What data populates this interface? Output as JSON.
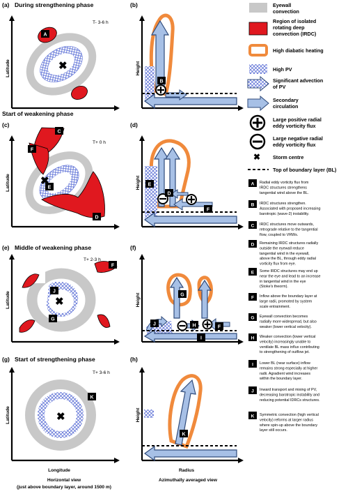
{
  "panels": {
    "a": {
      "label": "(a)",
      "title": "During strengthening phase",
      "time": "T- 3-6 h",
      "ylabel": "Latitude"
    },
    "b": {
      "label": "(b)",
      "ylabel": "Height"
    },
    "c": {
      "label": "(c)",
      "title": "Start of weakening phase",
      "time": "T+ 0 h",
      "ylabel": "Latitude"
    },
    "d": {
      "label": "(d)",
      "ylabel": "Height"
    },
    "e": {
      "label": "(e)",
      "title": "Middle of weakening phase",
      "time": "T+ 2-3 h",
      "ylabel": "Latitude"
    },
    "f": {
      "label": "(f)",
      "ylabel": "Height"
    },
    "g": {
      "label": "(g)",
      "title": "Start of strengthening phase",
      "time": "T+ 3-6 h",
      "ylabel": "Latitude",
      "xlabel": "Longitude"
    },
    "h": {
      "label": "(h)",
      "ylabel": "Height",
      "xlabel": "Radius"
    }
  },
  "footer": {
    "horizontal_view_line1": "Horizontal view",
    "horizontal_view_line2": "(just above boundary layer, around 1500 m)",
    "azimuthal_view": "Azimuthally averaged view"
  },
  "legend": {
    "eyewall_line1": "Eyewall",
    "eyewall_line2": "convection",
    "irdc_line1": "Region of isolated",
    "irdc_line2": "rotating deep",
    "irdc_line3": "convection (IRDC)",
    "heating": "High diabatic heating",
    "pv": "High PV",
    "advection_line1": "Significant advection",
    "advection_line2": "of PV",
    "secondary_line1": "Secondary",
    "secondary_line2": "circulation",
    "pos_flux_line1": "Large positive radial",
    "pos_flux_line2": "eddy vorticity flux",
    "neg_flux_line1": "Large negative radial",
    "neg_flux_line2": "eddy vorticity flux",
    "storm_centre": "Storm centre",
    "bl_top": "Top of boundary layer (BL)"
  },
  "descriptions": [
    {
      "letter": "A",
      "lines": [
        "Radial eddy vorticity flux from",
        "IRDC structures strengthens",
        "tangential wind above the BL."
      ]
    },
    {
      "letter": "B",
      "lines": [
        "IRDC structures strengthen.",
        "Associated with proposed increasing",
        "barotropic (wave-2) instability."
      ]
    },
    {
      "letter": "C",
      "lines": [
        "IRDC structures move outwards,",
        "retrograde relative to the tangential",
        "flow, coupled to VRWs."
      ]
    },
    {
      "letter": "D",
      "lines": [
        "Remaining IRDC structures radially",
        "outside the eyewall reduce",
        "tangential wind in the eyewall,",
        "above the BL, through eddy radial",
        "vorticity flux from eye."
      ]
    },
    {
      "letter": "E",
      "lines": [
        "Some IRDC structures may end up",
        "near the eye and lead to an increase",
        "in tangential wind in the eye",
        "(Stoke's theorm)."
      ]
    },
    {
      "letter": "F",
      "lines": [
        "Inflow above the boundary layer at",
        "large radii, promoted by system",
        "scale entrainment."
      ]
    },
    {
      "letter": "G",
      "lines": [
        "Eyewall convection becomes",
        "radially more widespread, but also",
        "weaker (lower vertical velocity)."
      ]
    },
    {
      "letter": "H",
      "lines": [
        "Weaker convection (lower vertical",
        "velocity) increasingly unable to",
        "ventilate BL mass influx contributing",
        "to strengthening of outflow jet."
      ]
    },
    {
      "letter": "I",
      "lines": [
        "Lower BL (near surface) inflow",
        "remains strong especially at higher",
        "radii. Agradient wind increases",
        "within the boundary layer."
      ]
    },
    {
      "letter": "J",
      "lines": [
        "Inward transport and mixing of PV,",
        "decreasing barotropic instability and",
        "reducing potential IDRCs structures."
      ]
    },
    {
      "letter": "K",
      "lines": [
        "Symmetric convection (high vertical",
        "velocity) reforms at larger radius",
        "where spin-up above the boundary",
        "layer still occurs."
      ]
    }
  ],
  "colors": {
    "eyewall": "#c8c8c8",
    "irdc": "#e0181f",
    "heating": "#f08a3c",
    "arrow_fill": "#a7c0e6",
    "arrow_stroke": "#2f4a7a",
    "pv": "#5b6fd6",
    "black": "#000000"
  }
}
